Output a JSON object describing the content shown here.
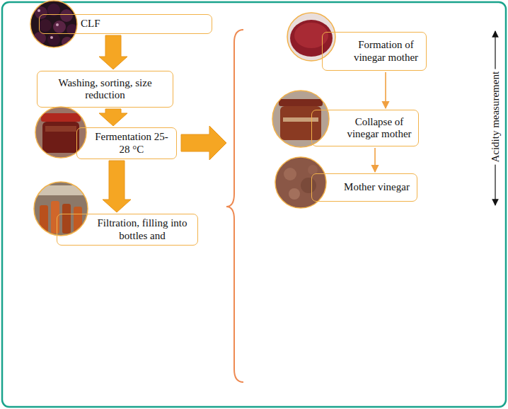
{
  "diagram": {
    "nodes": [
      {
        "text": [
          "CLF"
        ]
      },
      {
        "text": [
          "Washing, sorting, size reduction"
        ]
      },
      {
        "text": [
          "Fermentation 25-28 °C"
        ]
      },
      {
        "text": [
          "Filtration, filling into bottles and"
        ]
      },
      {
        "text": [
          "Formation of vinegar mother"
        ]
      },
      {
        "text": [
          "Collapse of vinegar mother"
        ]
      },
      {
        "text": [
          "Mother vinegar"
        ]
      }
    ],
    "edges": [
      {
        "from": 0,
        "to": 1,
        "arrow": "to"
      },
      {
        "from": 1,
        "to": 2,
        "arrow": "to"
      },
      {
        "from": 2,
        "to": 3,
        "arrow": "to"
      },
      {
        "from": 4,
        "to": 5,
        "arrow": "to"
      },
      {
        "from": 5,
        "to": 6,
        "arrow": "to"
      }
    ],
    "labels": [
      "Acidity measurement"
    ]
  }
}
